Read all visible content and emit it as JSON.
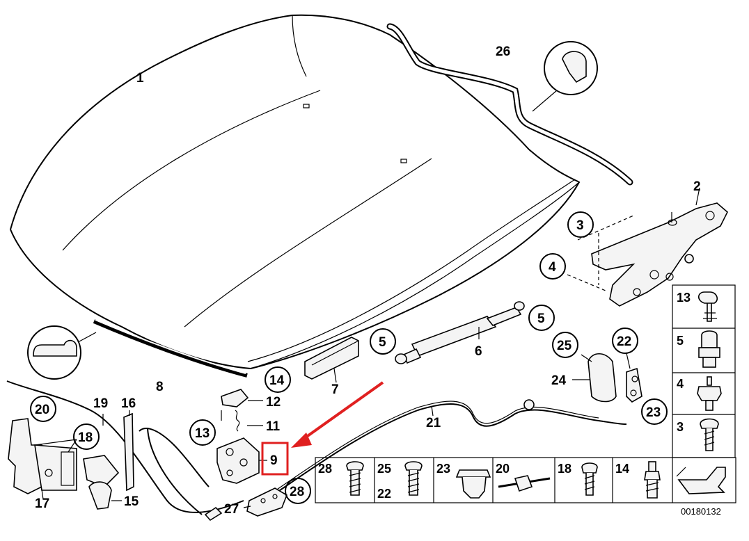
{
  "diagram": {
    "labels": {
      "p1": "1",
      "p2": "2",
      "p3": "3",
      "p4": "4",
      "p5a": "5",
      "p5b": "5",
      "p6": "6",
      "p7": "7",
      "p8": "8",
      "p9": "9",
      "p11": "11",
      "p12": "12",
      "p13": "13",
      "p14": "14",
      "p15": "15",
      "p16": "16",
      "p17": "17",
      "p18": "18",
      "p19": "19",
      "p20": "20",
      "p21": "21",
      "p22": "22",
      "p23": "23",
      "p24": "24",
      "p25": "25",
      "p26": "26",
      "p27": "27",
      "p28": "28"
    },
    "side_panel": [
      "13",
      "5",
      "4",
      "3"
    ],
    "bottom_strip": [
      "28",
      "25",
      "22",
      "23",
      "20",
      "18",
      "14"
    ],
    "diagram_code": "00180132",
    "highlight_color": "#e02020"
  }
}
